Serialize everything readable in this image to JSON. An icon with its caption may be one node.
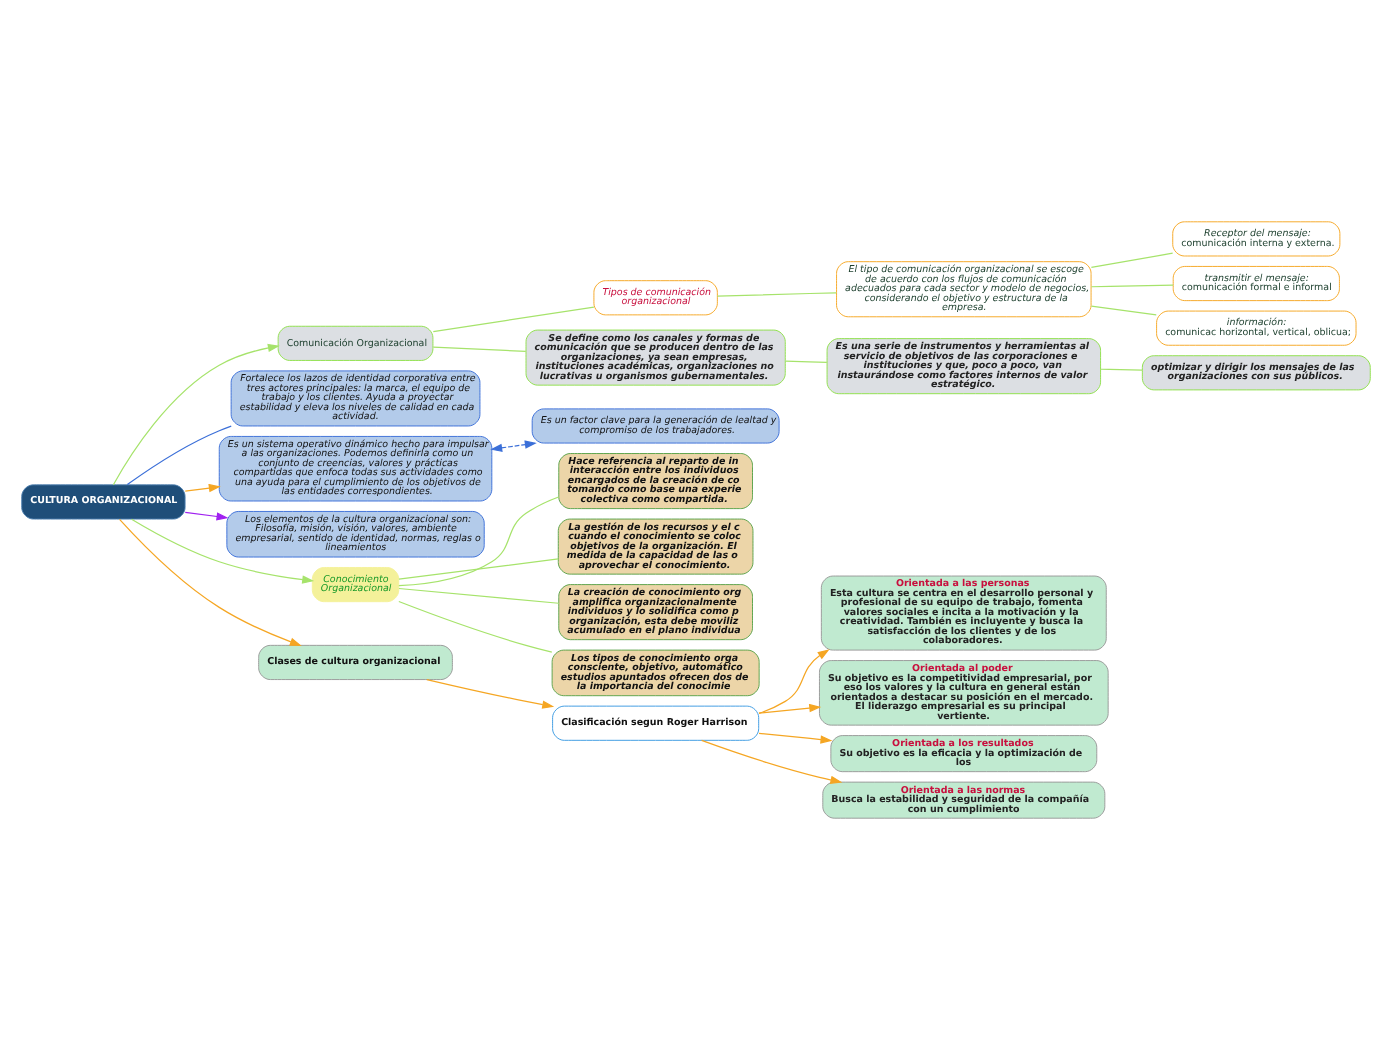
{
  "diagram": {
    "nodes": [
      {
        "text": [
          "CULTURA ORGANIZACIONAL"
        ]
      },
      {
        "text": [
          "Comunicación Organizacional"
        ]
      },
      {
        "text": [
          "Tipos de comunicación organizacional"
        ]
      },
      {
        "text": [
          "El tipo de comunicación organizacional se escoge de acuerdo con los flujos de comunicación adecuados para cada sector y modelo de negocios, considerando el objetivo y estructura de la empresa."
        ]
      },
      {
        "text": [
          "Receptor del mensaje:",
          "comunicación interna y externa."
        ]
      },
      {
        "text": [
          "transmitir el mensaje:",
          "comunicación formal e informal"
        ]
      },
      {
        "text": [
          "información:",
          "comunicac horizontal, vertical, oblicua;"
        ]
      },
      {
        "text": [
          "Se define como los canales y formas de comunicación que se producen dentro de las organizaciones, ya sean empresas, instituciones académicas, organizaciones no lucrativas u organismos gubernamentales."
        ]
      },
      {
        "text": [
          "Es una serie de instrumentos y herramientas al servicio de objetivos de las corporaciones e instituciones y que, poco a poco, van instaurándose como factores internos de valor estratégico."
        ]
      },
      {
        "text": [
          "optimizar y dirigir los mensajes de las organizaciones con sus públicos."
        ]
      },
      {
        "text": [
          "Fortalece los lazos de identidad corporativa entre tres actores principales: la marca, el equipo de trabajo y los clientes. Ayuda a proyectar estabilidad y eleva los niveles de calidad en cada actividad."
        ]
      },
      {
        "text": [
          "Es un factor clave para la generación de lealtad y compromiso de los trabajadores."
        ]
      },
      {
        "text": [
          "Es un sistema operativo dinámico hecho para impulsar a las organizaciones. Podemos definirla como un conjunto de creencias, valores y prácticas compartidas que enfoca todas sus actividades como una ayuda para el cumplimiento de los objetivos de las entidades correspondientes."
        ]
      },
      {
        "text": [
          "Los elementos de la cultura organizacional son: Filosofía, misión, visión, valores, ambiente empresarial, sentido de identidad, normas, reglas o lineamientos"
        ]
      },
      {
        "text": [
          "Conocimiento Organizacional"
        ]
      },
      {
        "text": [
          "Hace referencia al reparto de in interacción entre los individuos encargados de la creación de co tomando como base una experie colectiva como compartida."
        ]
      },
      {
        "text": [
          "La gestión de los recursos y el c cuando el conocimiento se coloc objetivos de la organización. El medida de la capacidad de las o aprovechar el conocimiento."
        ]
      },
      {
        "text": [
          "La creación de conocimiento org amplifica organizacionalmente individuos y lo solidifica como p organización, esta debe moviliz acumulado en el plano individua"
        ]
      },
      {
        "text": [
          "Los tipos de conocimiento orga consciente, objetivo, automático estudios apuntados ofrecen dos de la importancia del conocimie"
        ]
      },
      {
        "text": [
          "Clases de cultura organizacional"
        ]
      },
      {
        "text": [
          "Clasificación segun Roger Harrison"
        ]
      },
      {
        "text": [
          "Orientada a las personas",
          "Esta cultura se centra en el desarrollo personal y profesional de su equipo de trabajo, fomenta valores sociales e incita a la motivación y la creatividad. También es incluyente y busca la satisfacción de los clientes y de los colaboradores."
        ]
      },
      {
        "text": [
          "Orientada al poder",
          "Su objetivo es la competitividad empresarial, por eso los valores y la cultura en general están orientados a destacar su posición en el mercado. El liderazgo empresarial es su principal vertiente."
        ]
      },
      {
        "text": [
          "Orientada a los resultados",
          "Su objetivo es la eficacia y la optimización de los"
        ]
      },
      {
        "text": [
          "Orientada a las normas",
          "Busca la estabilidad y seguridad de la compañía con un cumplimiento"
        ]
      }
    ],
    "edges": [
      {
        "from": 0,
        "to": 1,
        "arrow": "to"
      },
      {
        "from": 1,
        "to": 2,
        "arrow": "none"
      },
      {
        "from": 2,
        "to": 3,
        "arrow": "none"
      },
      {
        "from": 3,
        "to": 4,
        "arrow": "none"
      },
      {
        "from": 3,
        "to": 5,
        "arrow": "none"
      },
      {
        "from": 3,
        "to": 6,
        "arrow": "none"
      },
      {
        "from": 1,
        "to": 7,
        "arrow": "none"
      },
      {
        "from": 7,
        "to": 8,
        "arrow": "none"
      },
      {
        "from": 8,
        "to": 9,
        "arrow": "none"
      },
      {
        "from": 0,
        "to": 10,
        "arrow": "none",
        "color": "#3b6fd8"
      },
      {
        "from": 12,
        "to": 11,
        "arrow": "both",
        "style": "dashed",
        "color": "#3b6fd8"
      },
      {
        "from": 0,
        "to": 12,
        "arrow": "to",
        "color": "#f5a623"
      },
      {
        "from": 0,
        "to": 13,
        "arrow": "to",
        "color": "#a020f0"
      },
      {
        "from": 0,
        "to": 14,
        "arrow": "to"
      },
      {
        "from": 14,
        "to": 15,
        "arrow": "none"
      },
      {
        "from": 14,
        "to": 16,
        "arrow": "none"
      },
      {
        "from": 14,
        "to": 17,
        "arrow": "none"
      },
      {
        "from": 14,
        "to": 18,
        "arrow": "none"
      },
      {
        "from": 0,
        "to": 19,
        "arrow": "to",
        "color": "#f5a623"
      },
      {
        "from": 19,
        "to": 20,
        "arrow": "to",
        "color": "#f5a623"
      },
      {
        "from": 20,
        "to": 21,
        "arrow": "to",
        "color": "#f5a623"
      },
      {
        "from": 20,
        "to": 22,
        "arrow": "to",
        "color": "#f5a623"
      },
      {
        "from": 20,
        "to": 23,
        "arrow": "to",
        "color": "#f5a623"
      },
      {
        "from": 20,
        "to": 24,
        "arrow": "to",
        "color": "#f5a623"
      }
    ]
  }
}
